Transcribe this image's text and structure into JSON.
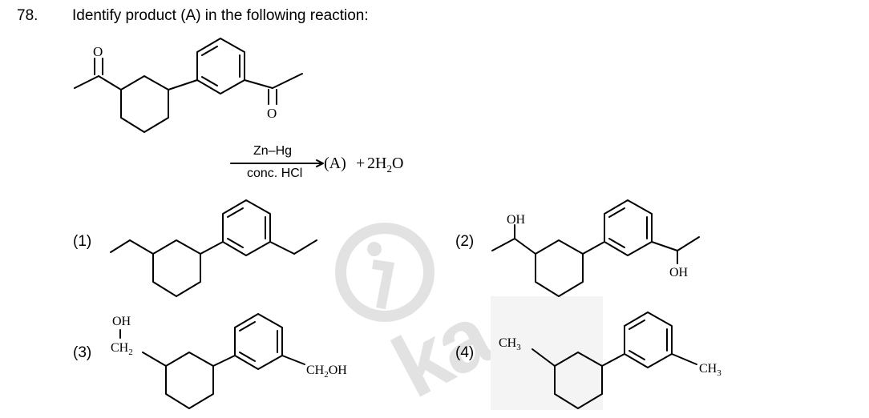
{
  "question": {
    "number": "78.",
    "text": "Identify product (A) in the following reaction:"
  },
  "reaction": {
    "reagent_top": "Zn–Hg",
    "reagent_bottom": "conc. HCl",
    "product_A": "(A)",
    "plus": "+",
    "water_coef": "2H",
    "water_sub": "2",
    "water_end": "O",
    "reactant_labels": [
      "O",
      "O"
    ]
  },
  "options": [
    {
      "label": "(1)",
      "groups": []
    },
    {
      "label": "(2)",
      "groups": [
        "OH",
        "OH"
      ]
    },
    {
      "label": "(3)",
      "groups": [
        "OH",
        "CH",
        "2",
        "CH",
        "2",
        "OH"
      ]
    },
    {
      "label": "(4)",
      "groups": [
        "CH",
        "3",
        "CH",
        "3"
      ]
    }
  ],
  "watermark": {
    "text": "ka"
  },
  "colors": {
    "ink": "#000000",
    "watermark": "#e2e2e2",
    "panel_bg": "#f4f4f4"
  }
}
